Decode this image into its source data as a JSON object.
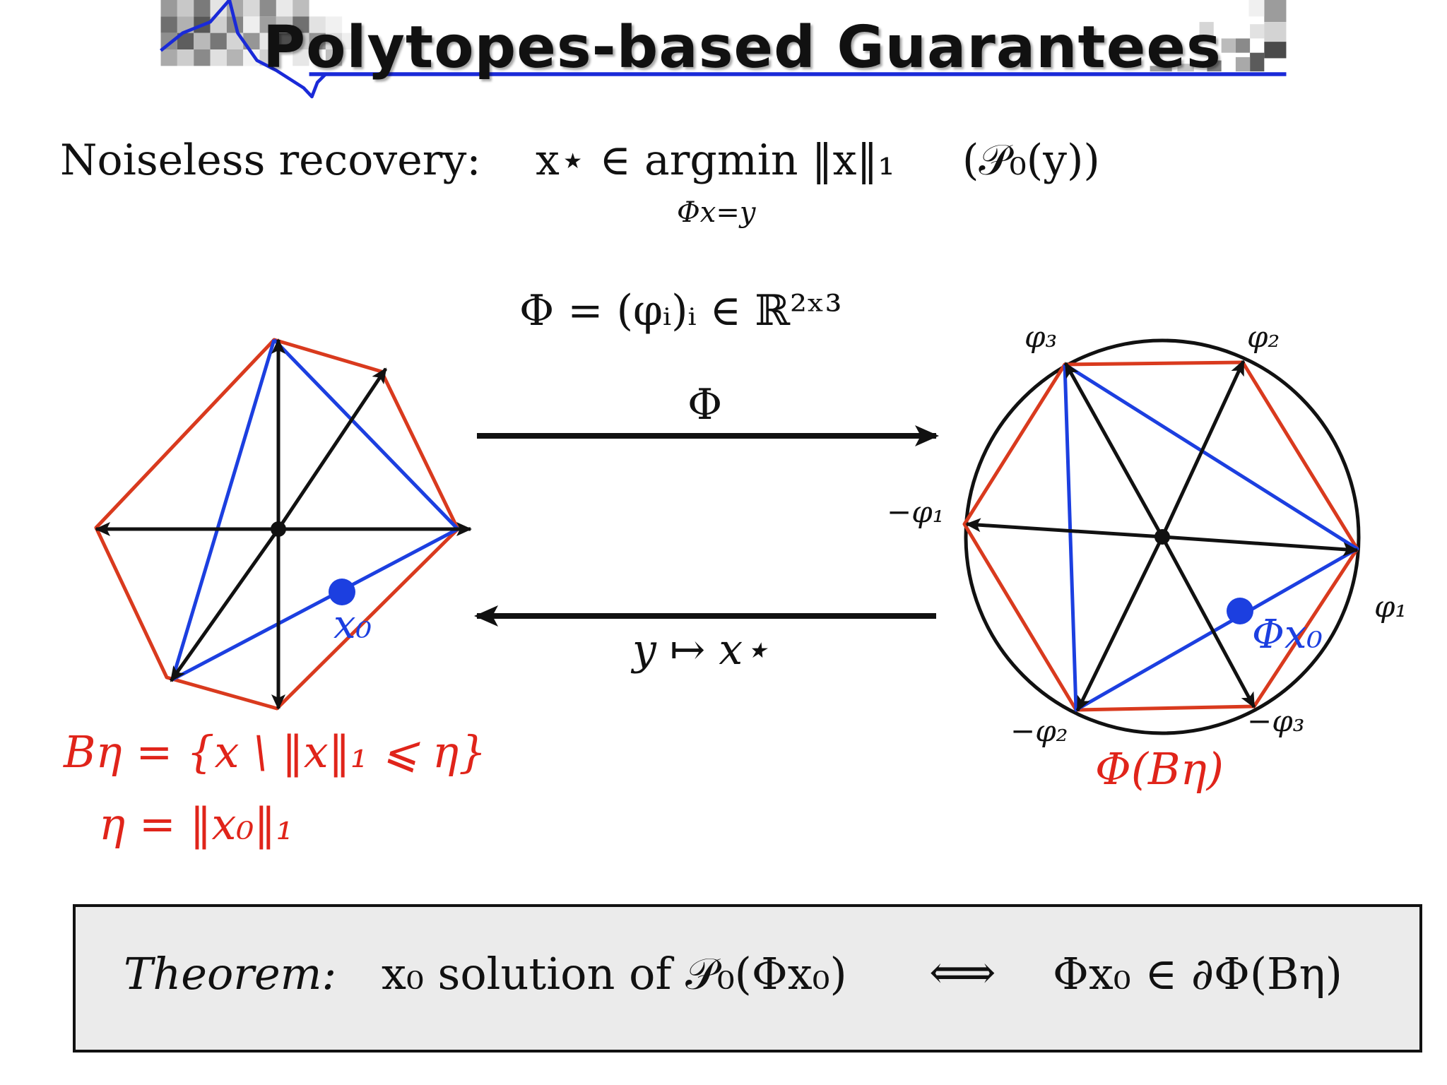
{
  "title": "Polytopes-based Guarantees",
  "recovery": {
    "label": "Noiseless recovery:",
    "formula": "x⋆ ∈ argmin ‖x‖₁",
    "constraint": "Φx=y",
    "problem": "(𝒫₀(y))"
  },
  "mapping": {
    "phi_def": "Φ = (φᵢ)ᵢ ∈ ℝ²ˣ³",
    "forward_label": "Φ",
    "backward_label": "y ↦ x⋆"
  },
  "left_figure": {
    "point_label": "x₀",
    "ball_def": "Bη = {x \\ ‖x‖₁ ⩽ η}",
    "eta_def": "η = ‖x₀‖₁"
  },
  "right_figure": {
    "labels": {
      "phi1": "φ₁",
      "phi2": "φ₂",
      "phi3": "φ₃",
      "neg_phi1": "−φ₁",
      "neg_phi2": "−φ₂",
      "neg_phi3": "−φ₃"
    },
    "point_label": "Φx₀",
    "image_label": "Φ(Bη)"
  },
  "theorem": {
    "label": "Theorem:",
    "statement_left": "x₀ solution of 𝒫₀(Φx₀)",
    "equiv": "⟺",
    "statement_right": "Φx₀ ∈ ∂Φ(Bη)"
  },
  "colors": {
    "red": "#d93a1e",
    "blue": "#1c3fe0",
    "black": "#111111",
    "banner_line": "#1a2ad8",
    "theorem_bg": "#ebebeb",
    "red_text": "#e0241a"
  }
}
